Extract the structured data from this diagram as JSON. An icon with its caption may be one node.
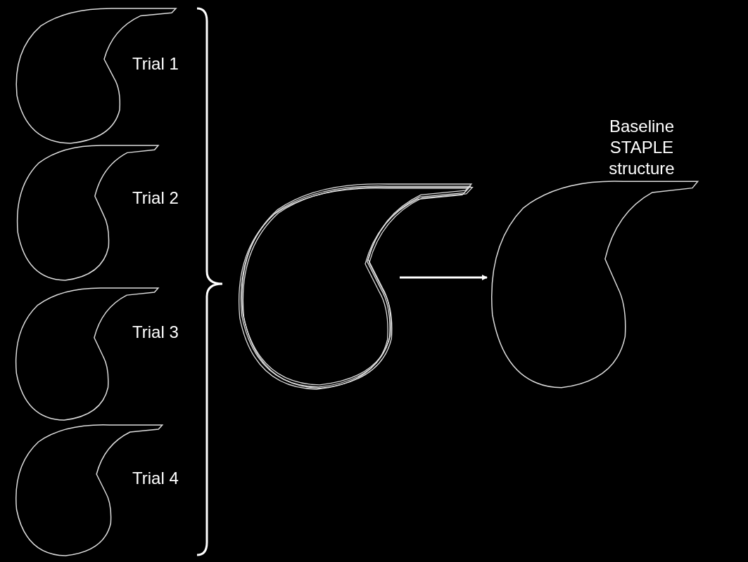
{
  "diagram": {
    "nodes": [
      {
        "text": [
          "Trial 1"
        ]
      },
      {
        "text": [
          "Trial 2"
        ]
      },
      {
        "text": [
          "Trial 3"
        ]
      },
      {
        "text": [
          "Trial 4"
        ]
      },
      {
        "text": [],
        "shape": "picture"
      },
      {
        "text": [
          "Baseline STAPLE structure"
        ]
      }
    ],
    "edges": [
      {
        "from": 4,
        "to": 5,
        "arrow": "to"
      }
    ]
  }
}
